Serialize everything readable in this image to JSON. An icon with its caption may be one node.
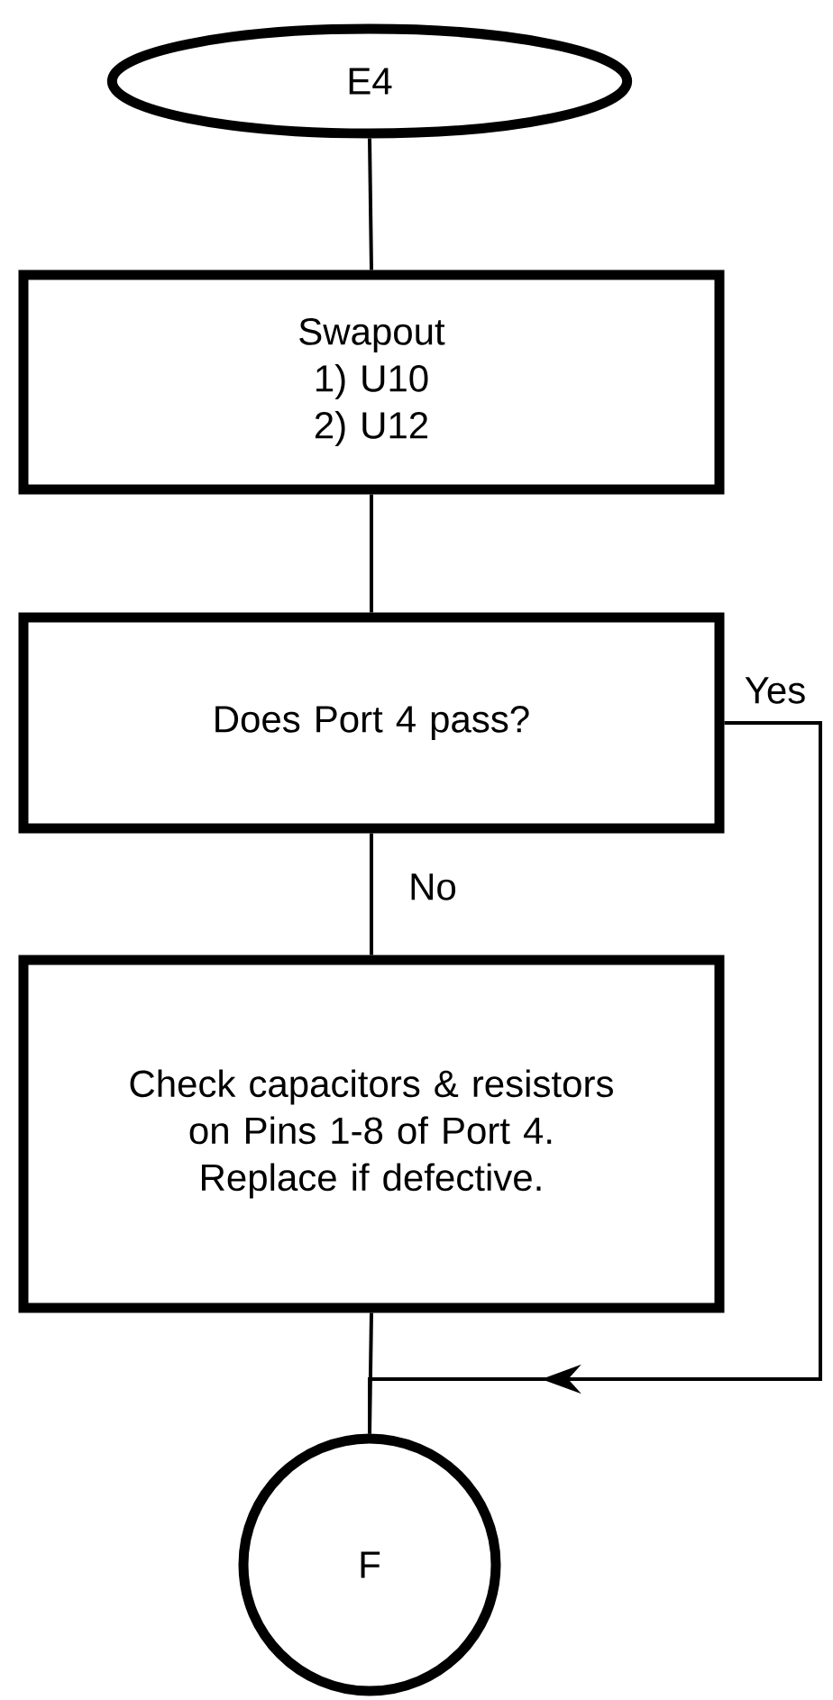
{
  "diagram": {
    "nodes": [
      {
        "text": [
          "E4"
        ]
      },
      {
        "text": [
          "Swapout",
          "1) U10",
          "2) U12"
        ]
      },
      {
        "text": [
          "Does Port 4 pass?"
        ]
      },
      {
        "text": [
          "Check capacitors & resistors on Pins 1-8 of Port 4. Replace if defective."
        ]
      },
      {
        "text": [
          "F"
        ]
      }
    ],
    "edges": [
      {
        "from": 0,
        "to": 1,
        "arrow": "none"
      },
      {
        "from": 1,
        "to": 2,
        "arrow": "none"
      },
      {
        "from": 2,
        "to": 3,
        "arrow": "none",
        "label": "No"
      },
      {
        "from": 3,
        "to": 4,
        "arrow": "none"
      },
      {
        "from": 2,
        "to": 4,
        "arrow": "to",
        "label": "Yes"
      }
    ]
  }
}
